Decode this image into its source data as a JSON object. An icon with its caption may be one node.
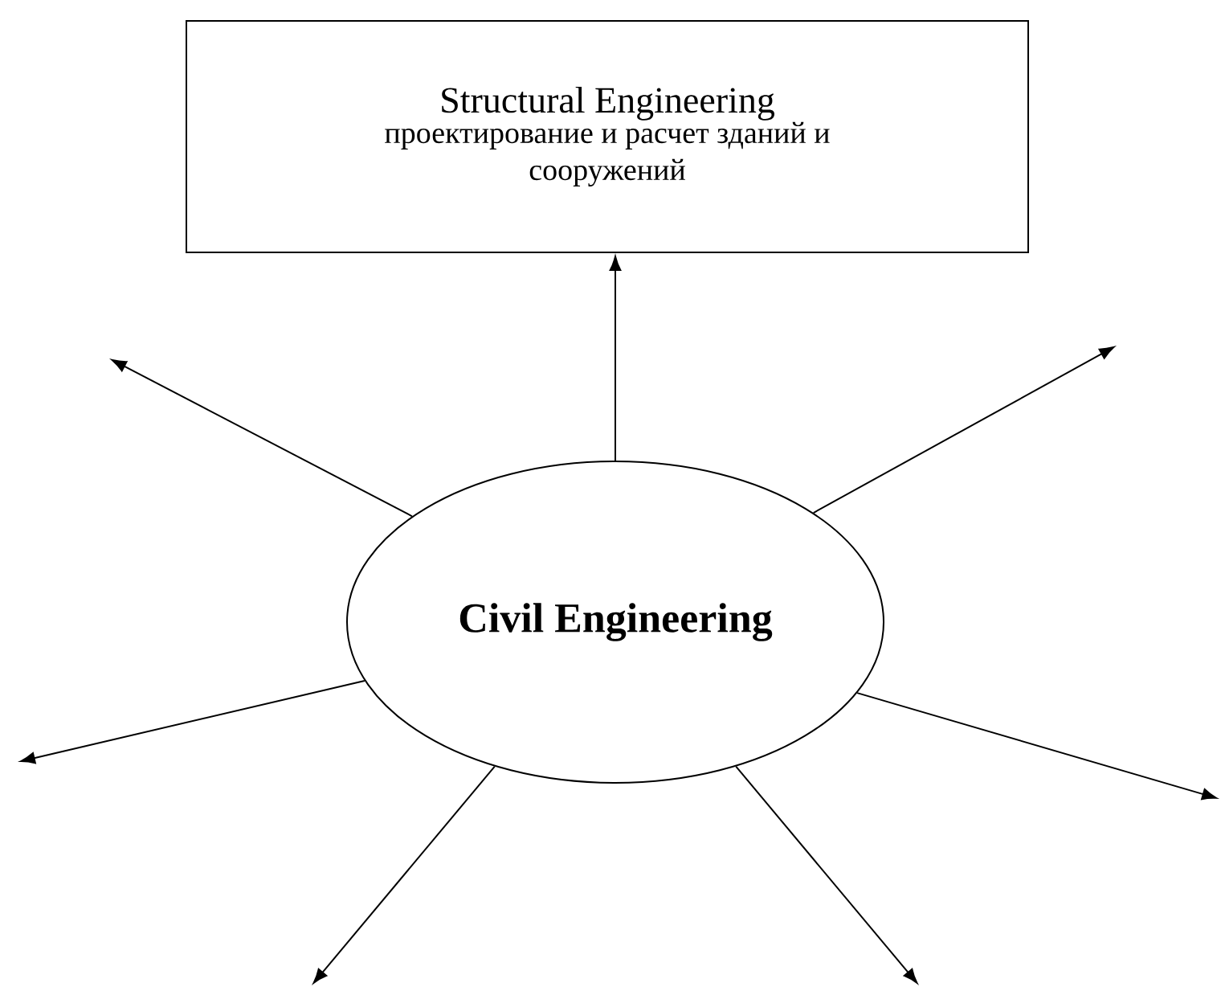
{
  "diagram": {
    "nodes": [
      {
        "text": [
          "Structural Engineering",
          "проектирование и расчет зданий и сооружений"
        ]
      },
      {
        "text": [
          "Civil Engineering"
        ]
      }
    ],
    "edges": [
      {
        "from": 1,
        "to": 0,
        "arrow": "to"
      },
      {
        "from": 1,
        "to": null,
        "arrow": "to"
      },
      {
        "from": 1,
        "to": null,
        "arrow": "to"
      },
      {
        "from": 1,
        "to": null,
        "arrow": "to"
      },
      {
        "from": 1,
        "to": null,
        "arrow": "to"
      },
      {
        "from": 1,
        "to": null,
        "arrow": "to"
      },
      {
        "from": 1,
        "to": null,
        "arrow": "to"
      }
    ]
  }
}
